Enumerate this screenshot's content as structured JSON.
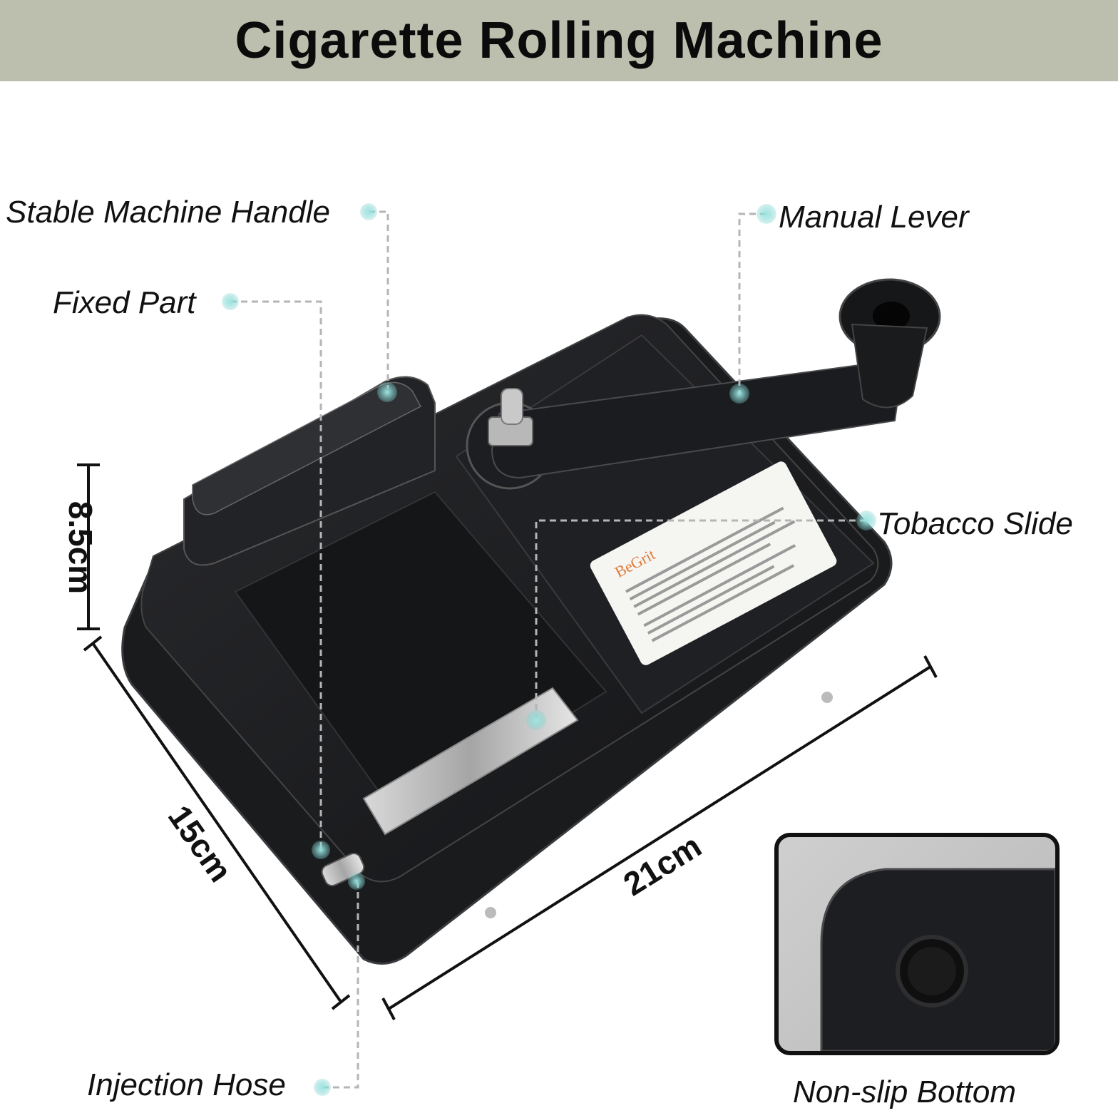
{
  "title": "Cigarette Rolling Machine",
  "labels": {
    "handle": "Stable Machine Handle",
    "fixed": "Fixed Part",
    "lever": "Manual Lever",
    "slide": "Tobacco Slide",
    "hose": "Injection Hose",
    "bottom": "Non-slip Bottom"
  },
  "dimensions": {
    "height": "8.5cm",
    "depth": "15cm",
    "width": "21cm"
  },
  "brand": "BeGrit",
  "colors": {
    "header_bg": "#bdbfae",
    "callout_dot": "#7fd3cf",
    "machine_body": "#1b1c1e"
  }
}
